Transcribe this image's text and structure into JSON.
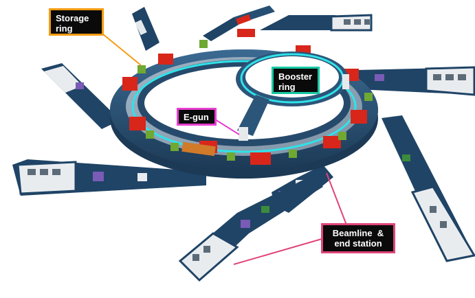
{
  "labels": {
    "storage_ring": {
      "line1": "Storage",
      "line2": "ring"
    },
    "booster_ring": {
      "line1": "Booster",
      "line2": "ring"
    },
    "egun": "E-gun",
    "beamline": {
      "line1": "Beamline  &",
      "line2": "end station"
    }
  },
  "colors": {
    "storage_ring_border": "#f39c12",
    "booster_ring_border": "#17c9a3",
    "egun_border": "#e83fd0",
    "beamline_border": "#e0447a",
    "ring_wall": "#264a6b",
    "beam_tube": "#2fe3e8",
    "magnet": "#d8261b"
  }
}
